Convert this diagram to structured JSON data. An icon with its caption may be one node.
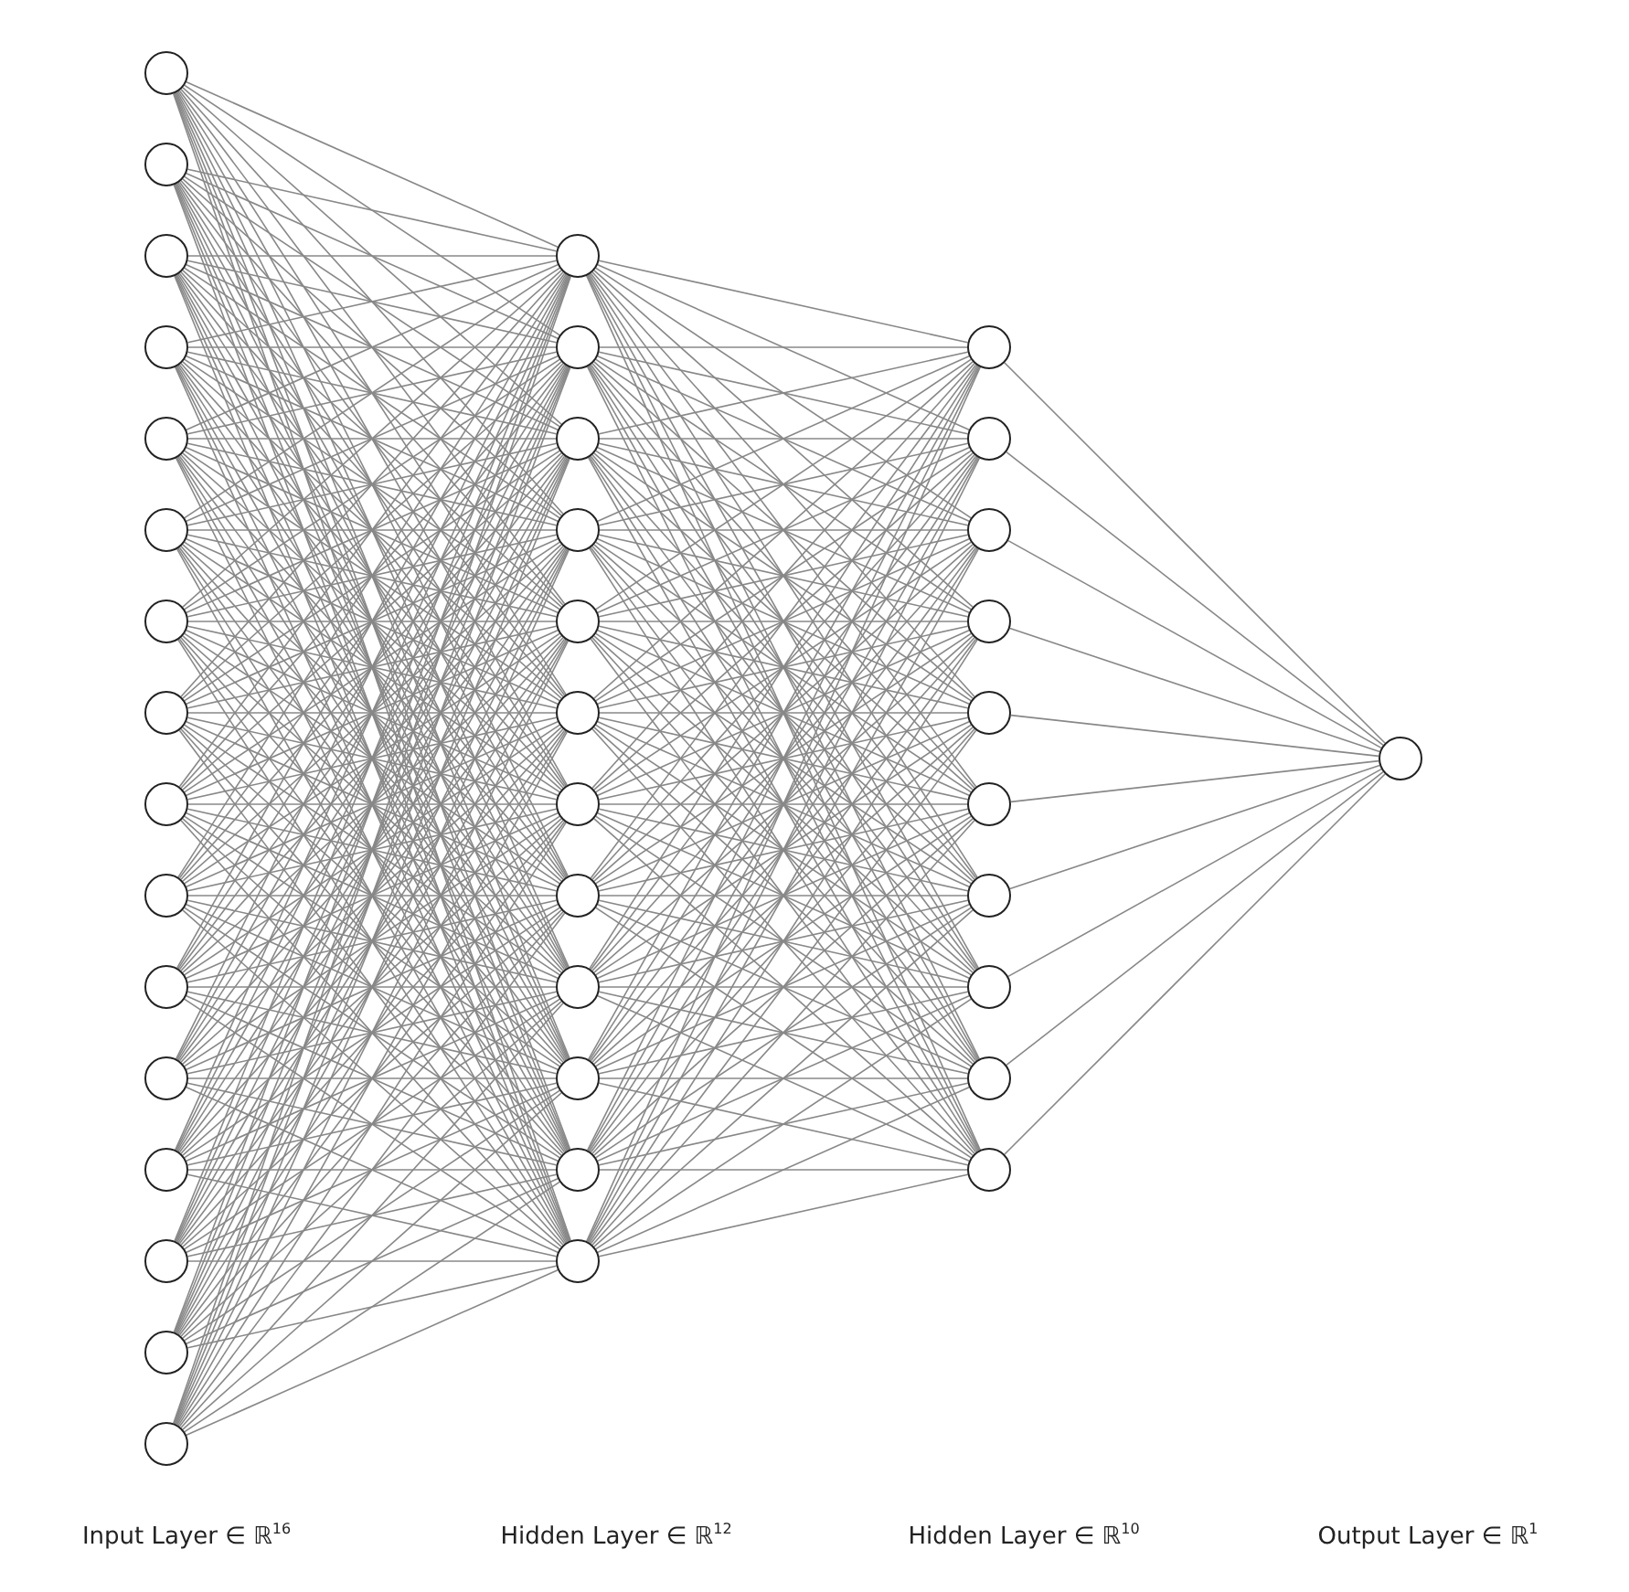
{
  "diagram": {
    "nodes": [
      {
        "text": [],
        "shape": "circle"
      },
      {
        "text": [],
        "shape": "circle"
      },
      {
        "text": [],
        "shape": "circle"
      },
      {
        "text": [],
        "shape": "circle"
      },
      {
        "text": [],
        "shape": "circle"
      },
      {
        "text": [],
        "shape": "circle"
      },
      {
        "text": [],
        "shape": "circle"
      },
      {
        "text": [],
        "shape": "circle"
      },
      {
        "text": [],
        "shape": "circle"
      },
      {
        "text": [],
        "shape": "circle"
      },
      {
        "text": [],
        "shape": "circle"
      },
      {
        "text": [],
        "shape": "circle"
      },
      {
        "text": [],
        "shape": "circle"
      },
      {
        "text": [],
        "shape": "circle"
      },
      {
        "text": [],
        "shape": "circle"
      },
      {
        "text": [],
        "shape": "circle"
      },
      {
        "text": [],
        "shape": "circle"
      },
      {
        "text": [],
        "shape": "circle"
      },
      {
        "text": [],
        "shape": "circle"
      },
      {
        "text": [],
        "shape": "circle"
      },
      {
        "text": [],
        "shape": "circle"
      },
      {
        "text": [],
        "shape": "circle"
      },
      {
        "text": [],
        "shape": "circle"
      },
      {
        "text": [],
        "shape": "circle"
      },
      {
        "text": [],
        "shape": "circle"
      },
      {
        "text": [],
        "shape": "circle"
      },
      {
        "text": [],
        "shape": "circle"
      },
      {
        "text": [],
        "shape": "circle"
      },
      {
        "text": [],
        "shape": "circle"
      },
      {
        "text": [],
        "shape": "circle"
      },
      {
        "text": [],
        "shape": "circle"
      },
      {
        "text": [],
        "shape": "circle"
      },
      {
        "text": [],
        "shape": "circle"
      },
      {
        "text": [],
        "shape": "circle"
      },
      {
        "text": [],
        "shape": "circle"
      },
      {
        "text": [],
        "shape": "circle"
      },
      {
        "text": [],
        "shape": "circle"
      },
      {
        "text": [],
        "shape": "circle"
      },
      {
        "text": [],
        "shape": "circle"
      }
    ],
    "edges": [
      {
        "from": 0,
        "to": 16,
        "arrow": "none"
      },
      {
        "from": 0,
        "to": 17,
        "arrow": "none"
      },
      {
        "from": 0,
        "to": 18,
        "arrow": "none"
      },
      {
        "from": 0,
        "to": 19,
        "arrow": "none"
      },
      {
        "from": 0,
        "to": 20,
        "arrow": "none"
      },
      {
        "from": 0,
        "to": 21,
        "arrow": "none"
      },
      {
        "from": 0,
        "to": 22,
        "arrow": "none"
      },
      {
        "from": 0,
        "to": 23,
        "arrow": "none"
      },
      {
        "from": 0,
        "to": 24,
        "arrow": "none"
      },
      {
        "from": 0,
        "to": 25,
        "arrow": "none"
      },
      {
        "from": 0,
        "to": 26,
        "arrow": "none"
      },
      {
        "from": 0,
        "to": 27,
        "arrow": "none"
      },
      {
        "from": 1,
        "to": 16,
        "arrow": "none"
      },
      {
        "from": 1,
        "to": 17,
        "arrow": "none"
      },
      {
        "from": 1,
        "to": 18,
        "arrow": "none"
      },
      {
        "from": 1,
        "to": 19,
        "arrow": "none"
      },
      {
        "from": 1,
        "to": 20,
        "arrow": "none"
      },
      {
        "from": 1,
        "to": 21,
        "arrow": "none"
      },
      {
        "from": 1,
        "to": 22,
        "arrow": "none"
      },
      {
        "from": 1,
        "to": 23,
        "arrow": "none"
      },
      {
        "from": 1,
        "to": 24,
        "arrow": "none"
      },
      {
        "from": 1,
        "to": 25,
        "arrow": "none"
      },
      {
        "from": 1,
        "to": 26,
        "arrow": "none"
      },
      {
        "from": 1,
        "to": 27,
        "arrow": "none"
      },
      {
        "from": 2,
        "to": 16,
        "arrow": "none"
      },
      {
        "from": 2,
        "to": 17,
        "arrow": "none"
      },
      {
        "from": 2,
        "to": 18,
        "arrow": "none"
      },
      {
        "from": 2,
        "to": 19,
        "arrow": "none"
      },
      {
        "from": 2,
        "to": 20,
        "arrow": "none"
      },
      {
        "from": 2,
        "to": 21,
        "arrow": "none"
      },
      {
        "from": 2,
        "to": 22,
        "arrow": "none"
      },
      {
        "from": 2,
        "to": 23,
        "arrow": "none"
      },
      {
        "from": 2,
        "to": 24,
        "arrow": "none"
      },
      {
        "from": 2,
        "to": 25,
        "arrow": "none"
      },
      {
        "from": 2,
        "to": 26,
        "arrow": "none"
      },
      {
        "from": 2,
        "to": 27,
        "arrow": "none"
      },
      {
        "from": 3,
        "to": 16,
        "arrow": "none"
      },
      {
        "from": 3,
        "to": 17,
        "arrow": "none"
      },
      {
        "from": 3,
        "to": 18,
        "arrow": "none"
      },
      {
        "from": 3,
        "to": 19,
        "arrow": "none"
      },
      {
        "from": 3,
        "to": 20,
        "arrow": "none"
      },
      {
        "from": 3,
        "to": 21,
        "arrow": "none"
      },
      {
        "from": 3,
        "to": 22,
        "arrow": "none"
      },
      {
        "from": 3,
        "to": 23,
        "arrow": "none"
      },
      {
        "from": 3,
        "to": 24,
        "arrow": "none"
      },
      {
        "from": 3,
        "to": 25,
        "arrow": "none"
      },
      {
        "from": 3,
        "to": 26,
        "arrow": "none"
      },
      {
        "from": 3,
        "to": 27,
        "arrow": "none"
      },
      {
        "from": 4,
        "to": 16,
        "arrow": "none"
      },
      {
        "from": 4,
        "to": 17,
        "arrow": "none"
      },
      {
        "from": 4,
        "to": 18,
        "arrow": "none"
      },
      {
        "from": 4,
        "to": 19,
        "arrow": "none"
      },
      {
        "from": 4,
        "to": 20,
        "arrow": "none"
      },
      {
        "from": 4,
        "to": 21,
        "arrow": "none"
      },
      {
        "from": 4,
        "to": 22,
        "arrow": "none"
      },
      {
        "from": 4,
        "to": 23,
        "arrow": "none"
      },
      {
        "from": 4,
        "to": 24,
        "arrow": "none"
      },
      {
        "from": 4,
        "to": 25,
        "arrow": "none"
      },
      {
        "from": 4,
        "to": 26,
        "arrow": "none"
      },
      {
        "from": 4,
        "to": 27,
        "arrow": "none"
      },
      {
        "from": 5,
        "to": 16,
        "arrow": "none"
      },
      {
        "from": 5,
        "to": 17,
        "arrow": "none"
      },
      {
        "from": 5,
        "to": 18,
        "arrow": "none"
      },
      {
        "from": 5,
        "to": 19,
        "arrow": "none"
      },
      {
        "from": 5,
        "to": 20,
        "arrow": "none"
      },
      {
        "from": 5,
        "to": 21,
        "arrow": "none"
      },
      {
        "from": 5,
        "to": 22,
        "arrow": "none"
      },
      {
        "from": 5,
        "to": 23,
        "arrow": "none"
      },
      {
        "from": 5,
        "to": 24,
        "arrow": "none"
      },
      {
        "from": 5,
        "to": 25,
        "arrow": "none"
      },
      {
        "from": 5,
        "to": 26,
        "arrow": "none"
      },
      {
        "from": 5,
        "to": 27,
        "arrow": "none"
      },
      {
        "from": 6,
        "to": 16,
        "arrow": "none"
      },
      {
        "from": 6,
        "to": 17,
        "arrow": "none"
      },
      {
        "from": 6,
        "to": 18,
        "arrow": "none"
      },
      {
        "from": 6,
        "to": 19,
        "arrow": "none"
      },
      {
        "from": 6,
        "to": 20,
        "arrow": "none"
      },
      {
        "from": 6,
        "to": 21,
        "arrow": "none"
      },
      {
        "from": 6,
        "to": 22,
        "arrow": "none"
      },
      {
        "from": 6,
        "to": 23,
        "arrow": "none"
      },
      {
        "from": 6,
        "to": 24,
        "arrow": "none"
      },
      {
        "from": 6,
        "to": 25,
        "arrow": "none"
      },
      {
        "from": 6,
        "to": 26,
        "arrow": "none"
      },
      {
        "from": 6,
        "to": 27,
        "arrow": "none"
      },
      {
        "from": 7,
        "to": 16,
        "arrow": "none"
      },
      {
        "from": 7,
        "to": 17,
        "arrow": "none"
      },
      {
        "from": 7,
        "to": 18,
        "arrow": "none"
      },
      {
        "from": 7,
        "to": 19,
        "arrow": "none"
      },
      {
        "from": 7,
        "to": 20,
        "arrow": "none"
      },
      {
        "from": 7,
        "to": 21,
        "arrow": "none"
      },
      {
        "from": 7,
        "to": 22,
        "arrow": "none"
      },
      {
        "from": 7,
        "to": 23,
        "arrow": "none"
      },
      {
        "from": 7,
        "to": 24,
        "arrow": "none"
      },
      {
        "from": 7,
        "to": 25,
        "arrow": "none"
      },
      {
        "from": 7,
        "to": 26,
        "arrow": "none"
      },
      {
        "from": 7,
        "to": 27,
        "arrow": "none"
      },
      {
        "from": 8,
        "to": 16,
        "arrow": "none"
      },
      {
        "from": 8,
        "to": 17,
        "arrow": "none"
      },
      {
        "from": 8,
        "to": 18,
        "arrow": "none"
      },
      {
        "from": 8,
        "to": 19,
        "arrow": "none"
      },
      {
        "from": 8,
        "to": 20,
        "arrow": "none"
      },
      {
        "from": 8,
        "to": 21,
        "arrow": "none"
      },
      {
        "from": 8,
        "to": 22,
        "arrow": "none"
      },
      {
        "from": 8,
        "to": 23,
        "arrow": "none"
      },
      {
        "from": 8,
        "to": 24,
        "arrow": "none"
      },
      {
        "from": 8,
        "to": 25,
        "arrow": "none"
      },
      {
        "from": 8,
        "to": 26,
        "arrow": "none"
      },
      {
        "from": 8,
        "to": 27,
        "arrow": "none"
      },
      {
        "from": 9,
        "to": 16,
        "arrow": "none"
      },
      {
        "from": 9,
        "to": 17,
        "arrow": "none"
      },
      {
        "from": 9,
        "to": 18,
        "arrow": "none"
      },
      {
        "from": 9,
        "to": 19,
        "arrow": "none"
      },
      {
        "from": 9,
        "to": 20,
        "arrow": "none"
      },
      {
        "from": 9,
        "to": 21,
        "arrow": "none"
      },
      {
        "from": 9,
        "to": 22,
        "arrow": "none"
      },
      {
        "from": 9,
        "to": 23,
        "arrow": "none"
      },
      {
        "from": 9,
        "to": 24,
        "arrow": "none"
      },
      {
        "from": 9,
        "to": 25,
        "arrow": "none"
      },
      {
        "from": 9,
        "to": 26,
        "arrow": "none"
      },
      {
        "from": 9,
        "to": 27,
        "arrow": "none"
      },
      {
        "from": 10,
        "to": 16,
        "arrow": "none"
      },
      {
        "from": 10,
        "to": 17,
        "arrow": "none"
      },
      {
        "from": 10,
        "to": 18,
        "arrow": "none"
      },
      {
        "from": 10,
        "to": 19,
        "arrow": "none"
      },
      {
        "from": 10,
        "to": 20,
        "arrow": "none"
      },
      {
        "from": 10,
        "to": 21,
        "arrow": "none"
      },
      {
        "from": 10,
        "to": 22,
        "arrow": "none"
      },
      {
        "from": 10,
        "to": 23,
        "arrow": "none"
      },
      {
        "from": 10,
        "to": 24,
        "arrow": "none"
      },
      {
        "from": 10,
        "to": 25,
        "arrow": "none"
      },
      {
        "from": 10,
        "to": 26,
        "arrow": "none"
      },
      {
        "from": 10,
        "to": 27,
        "arrow": "none"
      },
      {
        "from": 11,
        "to": 16,
        "arrow": "none"
      },
      {
        "from": 11,
        "to": 17,
        "arrow": "none"
      },
      {
        "from": 11,
        "to": 18,
        "arrow": "none"
      },
      {
        "from": 11,
        "to": 19,
        "arrow": "none"
      },
      {
        "from": 11,
        "to": 20,
        "arrow": "none"
      },
      {
        "from": 11,
        "to": 21,
        "arrow": "none"
      },
      {
        "from": 11,
        "to": 22,
        "arrow": "none"
      },
      {
        "from": 11,
        "to": 23,
        "arrow": "none"
      },
      {
        "from": 11,
        "to": 24,
        "arrow": "none"
      },
      {
        "from": 11,
        "to": 25,
        "arrow": "none"
      },
      {
        "from": 11,
        "to": 26,
        "arrow": "none"
      },
      {
        "from": 11,
        "to": 27,
        "arrow": "none"
      },
      {
        "from": 12,
        "to": 16,
        "arrow": "none"
      },
      {
        "from": 12,
        "to": 17,
        "arrow": "none"
      },
      {
        "from": 12,
        "to": 18,
        "arrow": "none"
      },
      {
        "from": 12,
        "to": 19,
        "arrow": "none"
      },
      {
        "from": 12,
        "to": 20,
        "arrow": "none"
      },
      {
        "from": 12,
        "to": 21,
        "arrow": "none"
      },
      {
        "from": 12,
        "to": 22,
        "arrow": "none"
      },
      {
        "from": 12,
        "to": 23,
        "arrow": "none"
      },
      {
        "from": 12,
        "to": 24,
        "arrow": "none"
      },
      {
        "from": 12,
        "to": 25,
        "arrow": "none"
      },
      {
        "from": 12,
        "to": 26,
        "arrow": "none"
      },
      {
        "from": 12,
        "to": 27,
        "arrow": "none"
      },
      {
        "from": 13,
        "to": 16,
        "arrow": "none"
      },
      {
        "from": 13,
        "to": 17,
        "arrow": "none"
      },
      {
        "from": 13,
        "to": 18,
        "arrow": "none"
      },
      {
        "from": 13,
        "to": 19,
        "arrow": "none"
      },
      {
        "from": 13,
        "to": 20,
        "arrow": "none"
      },
      {
        "from": 13,
        "to": 21,
        "arrow": "none"
      },
      {
        "from": 13,
        "to": 22,
        "arrow": "none"
      },
      {
        "from": 13,
        "to": 23,
        "arrow": "none"
      },
      {
        "from": 13,
        "to": 24,
        "arrow": "none"
      },
      {
        "from": 13,
        "to": 25,
        "arrow": "none"
      },
      {
        "from": 13,
        "to": 26,
        "arrow": "none"
      },
      {
        "from": 13,
        "to": 27,
        "arrow": "none"
      },
      {
        "from": 14,
        "to": 16,
        "arrow": "none"
      },
      {
        "from": 14,
        "to": 17,
        "arrow": "none"
      },
      {
        "from": 14,
        "to": 18,
        "arrow": "none"
      },
      {
        "from": 14,
        "to": 19,
        "arrow": "none"
      },
      {
        "from": 14,
        "to": 20,
        "arrow": "none"
      },
      {
        "from": 14,
        "to": 21,
        "arrow": "none"
      },
      {
        "from": 14,
        "to": 22,
        "arrow": "none"
      },
      {
        "from": 14,
        "to": 23,
        "arrow": "none"
      },
      {
        "from": 14,
        "to": 24,
        "arrow": "none"
      },
      {
        "from": 14,
        "to": 25,
        "arrow": "none"
      },
      {
        "from": 14,
        "to": 26,
        "arrow": "none"
      },
      {
        "from": 14,
        "to": 27,
        "arrow": "none"
      },
      {
        "from": 15,
        "to": 16,
        "arrow": "none"
      },
      {
        "from": 15,
        "to": 17,
        "arrow": "none"
      },
      {
        "from": 15,
        "to": 18,
        "arrow": "none"
      },
      {
        "from": 15,
        "to": 19,
        "arrow": "none"
      },
      {
        "from": 15,
        "to": 20,
        "arrow": "none"
      },
      {
        "from": 15,
        "to": 21,
        "arrow": "none"
      },
      {
        "from": 15,
        "to": 22,
        "arrow": "none"
      },
      {
        "from": 15,
        "to": 23,
        "arrow": "none"
      },
      {
        "from": 15,
        "to": 24,
        "arrow": "none"
      },
      {
        "from": 15,
        "to": 25,
        "arrow": "none"
      },
      {
        "from": 15,
        "to": 26,
        "arrow": "none"
      },
      {
        "from": 15,
        "to": 27,
        "arrow": "none"
      },
      {
        "from": 16,
        "to": 28,
        "arrow": "none"
      },
      {
        "from": 16,
        "to": 29,
        "arrow": "none"
      },
      {
        "from": 16,
        "to": 30,
        "arrow": "none"
      },
      {
        "from": 16,
        "to": 31,
        "arrow": "none"
      },
      {
        "from": 16,
        "to": 32,
        "arrow": "none"
      },
      {
        "from": 16,
        "to": 33,
        "arrow": "none"
      },
      {
        "from": 16,
        "to": 34,
        "arrow": "none"
      },
      {
        "from": 16,
        "to": 35,
        "arrow": "none"
      },
      {
        "from": 16,
        "to": 36,
        "arrow": "none"
      },
      {
        "from": 16,
        "to": 37,
        "arrow": "none"
      },
      {
        "from": 17,
        "to": 28,
        "arrow": "none"
      },
      {
        "from": 17,
        "to": 29,
        "arrow": "none"
      },
      {
        "from": 17,
        "to": 30,
        "arrow": "none"
      },
      {
        "from": 17,
        "to": 31,
        "arrow": "none"
      },
      {
        "from": 17,
        "to": 32,
        "arrow": "none"
      },
      {
        "from": 17,
        "to": 33,
        "arrow": "none"
      },
      {
        "from": 17,
        "to": 34,
        "arrow": "none"
      },
      {
        "from": 17,
        "to": 35,
        "arrow": "none"
      },
      {
        "from": 17,
        "to": 36,
        "arrow": "none"
      },
      {
        "from": 17,
        "to": 37,
        "arrow": "none"
      },
      {
        "from": 18,
        "to": 28,
        "arrow": "none"
      },
      {
        "from": 18,
        "to": 29,
        "arrow": "none"
      },
      {
        "from": 18,
        "to": 30,
        "arrow": "none"
      },
      {
        "from": 18,
        "to": 31,
        "arrow": "none"
      },
      {
        "from": 18,
        "to": 32,
        "arrow": "none"
      },
      {
        "from": 18,
        "to": 33,
        "arrow": "none"
      },
      {
        "from": 18,
        "to": 34,
        "arrow": "none"
      },
      {
        "from": 18,
        "to": 35,
        "arrow": "none"
      },
      {
        "from": 18,
        "to": 36,
        "arrow": "none"
      },
      {
        "from": 18,
        "to": 37,
        "arrow": "none"
      },
      {
        "from": 19,
        "to": 28,
        "arrow": "none"
      },
      {
        "from": 19,
        "to": 29,
        "arrow": "none"
      },
      {
        "from": 19,
        "to": 30,
        "arrow": "none"
      },
      {
        "from": 19,
        "to": 31,
        "arrow": "none"
      },
      {
        "from": 19,
        "to": 32,
        "arrow": "none"
      },
      {
        "from": 19,
        "to": 33,
        "arrow": "none"
      },
      {
        "from": 19,
        "to": 34,
        "arrow": "none"
      },
      {
        "from": 19,
        "to": 35,
        "arrow": "none"
      },
      {
        "from": 19,
        "to": 36,
        "arrow": "none"
      },
      {
        "from": 19,
        "to": 37,
        "arrow": "none"
      },
      {
        "from": 20,
        "to": 28,
        "arrow": "none"
      },
      {
        "from": 20,
        "to": 29,
        "arrow": "none"
      },
      {
        "from": 20,
        "to": 30,
        "arrow": "none"
      },
      {
        "from": 20,
        "to": 31,
        "arrow": "none"
      },
      {
        "from": 20,
        "to": 32,
        "arrow": "none"
      },
      {
        "from": 20,
        "to": 33,
        "arrow": "none"
      },
      {
        "from": 20,
        "to": 34,
        "arrow": "none"
      },
      {
        "from": 20,
        "to": 35,
        "arrow": "none"
      },
      {
        "from": 20,
        "to": 36,
        "arrow": "none"
      },
      {
        "from": 20,
        "to": 37,
        "arrow": "none"
      },
      {
        "from": 21,
        "to": 28,
        "arrow": "none"
      },
      {
        "from": 21,
        "to": 29,
        "arrow": "none"
      },
      {
        "from": 21,
        "to": 30,
        "arrow": "none"
      },
      {
        "from": 21,
        "to": 31,
        "arrow": "none"
      },
      {
        "from": 21,
        "to": 32,
        "arrow": "none"
      },
      {
        "from": 21,
        "to": 33,
        "arrow": "none"
      },
      {
        "from": 21,
        "to": 34,
        "arrow": "none"
      },
      {
        "from": 21,
        "to": 35,
        "arrow": "none"
      },
      {
        "from": 21,
        "to": 36,
        "arrow": "none"
      },
      {
        "from": 21,
        "to": 37,
        "arrow": "none"
      },
      {
        "from": 22,
        "to": 28,
        "arrow": "none"
      },
      {
        "from": 22,
        "to": 29,
        "arrow": "none"
      },
      {
        "from": 22,
        "to": 30,
        "arrow": "none"
      },
      {
        "from": 22,
        "to": 31,
        "arrow": "none"
      },
      {
        "from": 22,
        "to": 32,
        "arrow": "none"
      },
      {
        "from": 22,
        "to": 33,
        "arrow": "none"
      },
      {
        "from": 22,
        "to": 34,
        "arrow": "none"
      },
      {
        "from": 22,
        "to": 35,
        "arrow": "none"
      },
      {
        "from": 22,
        "to": 36,
        "arrow": "none"
      },
      {
        "from": 22,
        "to": 37,
        "arrow": "none"
      },
      {
        "from": 23,
        "to": 28,
        "arrow": "none"
      },
      {
        "from": 23,
        "to": 29,
        "arrow": "none"
      },
      {
        "from": 23,
        "to": 30,
        "arrow": "none"
      },
      {
        "from": 23,
        "to": 31,
        "arrow": "none"
      },
      {
        "from": 23,
        "to": 32,
        "arrow": "none"
      },
      {
        "from": 23,
        "to": 33,
        "arrow": "none"
      },
      {
        "from": 23,
        "to": 34,
        "arrow": "none"
      },
      {
        "from": 23,
        "to": 35,
        "arrow": "none"
      },
      {
        "from": 23,
        "to": 36,
        "arrow": "none"
      },
      {
        "from": 23,
        "to": 37,
        "arrow": "none"
      },
      {
        "from": 24,
        "to": 28,
        "arrow": "none"
      },
      {
        "from": 24,
        "to": 29,
        "arrow": "none"
      },
      {
        "from": 24,
        "to": 30,
        "arrow": "none"
      },
      {
        "from": 24,
        "to": 31,
        "arrow": "none"
      },
      {
        "from": 24,
        "to": 32,
        "arrow": "none"
      },
      {
        "from": 24,
        "to": 33,
        "arrow": "none"
      },
      {
        "from": 24,
        "to": 34,
        "arrow": "none"
      },
      {
        "from": 24,
        "to": 35,
        "arrow": "none"
      },
      {
        "from": 24,
        "to": 36,
        "arrow": "none"
      },
      {
        "from": 24,
        "to": 37,
        "arrow": "none"
      },
      {
        "from": 25,
        "to": 28,
        "arrow": "none"
      },
      {
        "from": 25,
        "to": 29,
        "arrow": "none"
      },
      {
        "from": 25,
        "to": 30,
        "arrow": "none"
      },
      {
        "from": 25,
        "to": 31,
        "arrow": "none"
      },
      {
        "from": 25,
        "to": 32,
        "arrow": "none"
      },
      {
        "from": 25,
        "to": 33,
        "arrow": "none"
      },
      {
        "from": 25,
        "to": 34,
        "arrow": "none"
      },
      {
        "from": 25,
        "to": 35,
        "arrow": "none"
      },
      {
        "from": 25,
        "to": 36,
        "arrow": "none"
      },
      {
        "from": 25,
        "to": 37,
        "arrow": "none"
      },
      {
        "from": 26,
        "to": 28,
        "arrow": "none"
      },
      {
        "from": 26,
        "to": 29,
        "arrow": "none"
      },
      {
        "from": 26,
        "to": 30,
        "arrow": "none"
      },
      {
        "from": 26,
        "to": 31,
        "arrow": "none"
      },
      {
        "from": 26,
        "to": 32,
        "arrow": "none"
      },
      {
        "from": 26,
        "to": 33,
        "arrow": "none"
      },
      {
        "from": 26,
        "to": 34,
        "arrow": "none"
      },
      {
        "from": 26,
        "to": 35,
        "arrow": "none"
      },
      {
        "from": 26,
        "to": 36,
        "arrow": "none"
      },
      {
        "from": 26,
        "to": 37,
        "arrow": "none"
      },
      {
        "from": 27,
        "to": 28,
        "arrow": "none"
      },
      {
        "from": 27,
        "to": 29,
        "arrow": "none"
      },
      {
        "from": 27,
        "to": 30,
        "arrow": "none"
      },
      {
        "from": 27,
        "to": 31,
        "arrow": "none"
      },
      {
        "from": 27,
        "to": 32,
        "arrow": "none"
      },
      {
        "from": 27,
        "to": 33,
        "arrow": "none"
      },
      {
        "from": 27,
        "to": 34,
        "arrow": "none"
      },
      {
        "from": 27,
        "to": 35,
        "arrow": "none"
      },
      {
        "from": 27,
        "to": 36,
        "arrow": "none"
      },
      {
        "from": 27,
        "to": 37,
        "arrow": "none"
      },
      {
        "from": 28,
        "to": 38,
        "arrow": "none"
      },
      {
        "from": 29,
        "to": 38,
        "arrow": "none"
      },
      {
        "from": 30,
        "to": 38,
        "arrow": "none"
      },
      {
        "from": 31,
        "to": 38,
        "arrow": "none"
      },
      {
        "from": 32,
        "to": 38,
        "arrow": "none"
      },
      {
        "from": 33,
        "to": 38,
        "arrow": "none"
      },
      {
        "from": 34,
        "to": 38,
        "arrow": "none"
      },
      {
        "from": 35,
        "to": 38,
        "arrow": "none"
      },
      {
        "from": 36,
        "to": 38,
        "arrow": "none"
      },
      {
        "from": 37,
        "to": 38,
        "arrow": "none"
      }
    ],
    "labels": [
      "Input Layer ∈ ℝ$^{16}$",
      "Hidden Layer ∈ ℝ$^{12}$",
      "Hidden Layer ∈ ℝ$^{10}$",
      "Output Layer ∈ ℝ$^{1}$"
    ]
  }
}
